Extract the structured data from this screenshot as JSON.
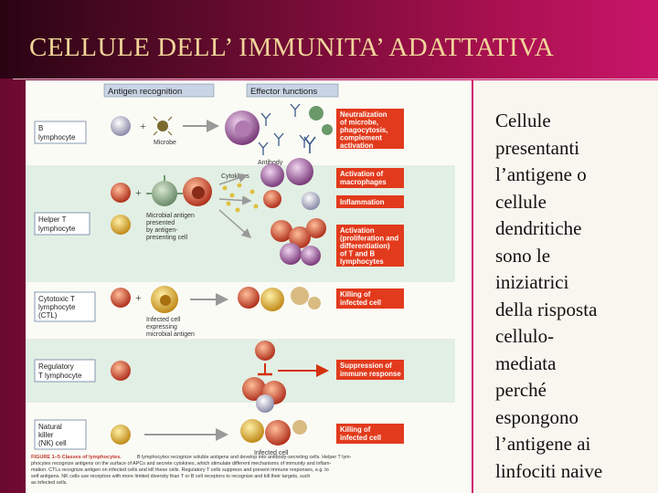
{
  "slide": {
    "title": "CELLULE DELL’ IMMUNITA’ ADATTATIVA",
    "body_lines": [
      "Cellule",
      "presentanti",
      "l’antigene o",
      "cellule",
      "dendritiche",
      "sono le",
      "iniziatrici",
      "della risposta",
      "cellulo-",
      "mediata",
      "perché",
      "espongono",
      "l’antigene ai",
      "linfociti naive"
    ]
  },
  "figure": {
    "header_left": "Antigen recognition",
    "header_right": "Effector functions",
    "cell_labels": {
      "b": [
        "B",
        "lymphocyte"
      ],
      "helper": [
        "Helper T",
        "lymphocyte"
      ],
      "ctl": [
        "Cytotoxic T",
        "lymphocyte",
        "(CTL)"
      ],
      "treg": [
        "Regulatory",
        "T lymphocyte"
      ],
      "nk": [
        "Natural",
        "killer",
        "(NK) cell"
      ]
    },
    "inline_labels": {
      "microbe": "Microbe",
      "antibody": "Antibody",
      "cytokines": "Cytokines",
      "apc": [
        "Microbial antigen",
        "presented",
        "by antigen-",
        "presenting cell"
      ],
      "infected": [
        "Infected cell",
        "expressing",
        "microbial antigen"
      ],
      "infected_nk": "Infected cell"
    },
    "effects": {
      "neutral": [
        "Neutralization",
        "of microbe,",
        "phagocytosis,",
        "complement",
        "activation"
      ],
      "macro": [
        "Activation of",
        "macrophages"
      ],
      "inflam": [
        "Inflammation"
      ],
      "activation": [
        "Activation",
        "(proliferation and",
        "differentiation)",
        "of T and B",
        "lymphocytes"
      ],
      "killing1": [
        "Killing of",
        "infected cell"
      ],
      "suppress": [
        "Suppression of",
        "immune response"
      ],
      "killing2": [
        "Killing of",
        "infected cell"
      ]
    },
    "caption_title": "FIGURE 1–5 Classes of lymphocytes.",
    "caption_lines": [
      "B lymphocytes recognize soluble antigens and develop into antibody-secreting cells. Helper T lym-",
      "phocytes recognize antigens on the surface of APCs and secrete cytokines, which stimulate different mechanisms of immunity and inflam-",
      "mation. CTLs recognize antigen on infected cells and kill these cells. Regulatory T cells suppress and prevent immune responses, e.g. to",
      "self antigens. NK cells use receptors with more limited diversity than T or B cell receptors to recognize and kill their targets, such",
      "as infected cells."
    ]
  },
  "colors": {
    "title_text": "#f2d59a",
    "background": "#c8156a",
    "effect_box": "#e23a1c",
    "label_box": "#ffffff",
    "band_green": "#dfeee2"
  }
}
